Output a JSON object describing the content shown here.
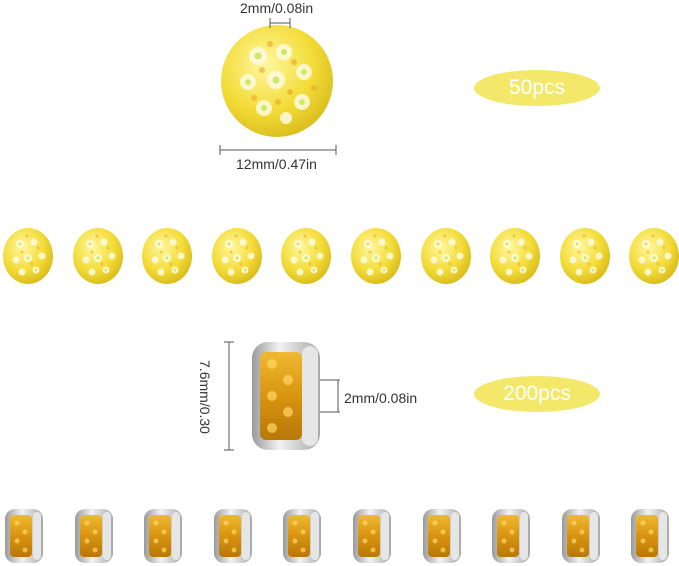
{
  "product": {
    "ball_bead": {
      "hole_label": "2mm/0.08in",
      "diameter_label": "12mm/0.47in",
      "quantity_label": "50pcs",
      "color": "#f6e04a"
    },
    "rondelle_spacer": {
      "diameter_label": "7.6mm/0.30",
      "thickness_label": "2mm/0.08in",
      "quantity_label": "200pcs",
      "crystal_color": "#e0a010",
      "metal_color": "#c8c8c8"
    },
    "badge_color": "#f4e86a"
  }
}
